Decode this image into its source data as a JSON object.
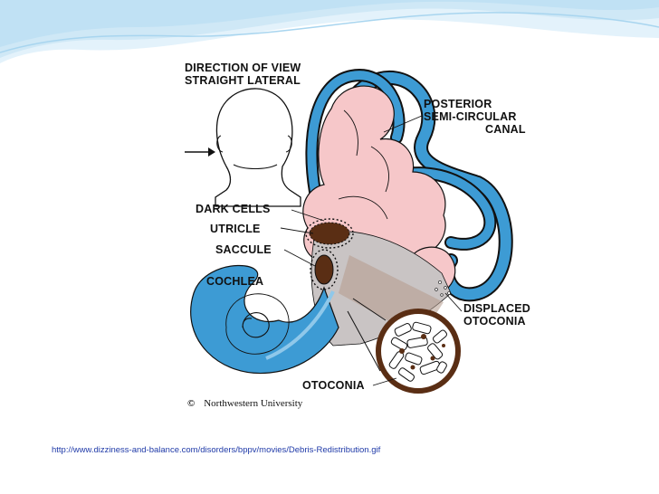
{
  "diagram": {
    "direction_title_line1": "DIRECTION OF VIEW",
    "direction_title_line2": "STRAIGHT LATERAL",
    "posterior_line1": "POSTERIOR",
    "posterior_line2": "SEMI-CIRCULAR",
    "posterior_line3": "CANAL",
    "dark_cells": "DARK CELLS",
    "utricle": "UTRICLE",
    "saccule": "SACCULE",
    "cochlea": "COCHLEA",
    "displaced_line1": "DISPLACED",
    "displaced_line2": "OTOCONIA",
    "otoconia": "OTOCONIA",
    "copyright_symbol": "©",
    "copyright_holder": "Northwestern University"
  },
  "source": {
    "url_text": "http://www.dizziness-and-balance.com/disorders/bppv/movies/Debris-Redistribution.gif"
  },
  "colors": {
    "canal_blue": "#3d9bd4",
    "membrane_pink": "#f6c7c9",
    "brown": "#5a2e14",
    "grey_fill": "#c9c4c4",
    "slide_wave": "#cfe8f6"
  }
}
